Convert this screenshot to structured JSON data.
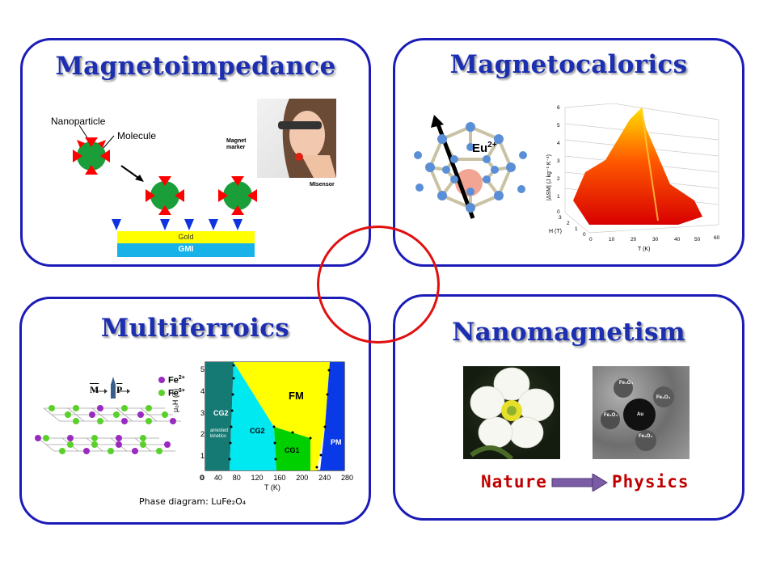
{
  "panels": {
    "top_left": {
      "title": "Magnetoimpedance",
      "labels": {
        "nanoparticle": "Nanoparticle",
        "molecule": "Molecule",
        "magnet_marker": "Magnet\nmarker",
        "misensor": "MIsensor",
        "gold": "Gold",
        "gmi": "GMI"
      }
    },
    "top_right": {
      "title": "Magnetocalorics",
      "ion_label": "Eu",
      "ion_charge": "2+",
      "plot": {
        "z_label": "|ΔSM| (J kg⁻¹ K⁻¹)",
        "z_ticks": [
          "0",
          "1",
          "2",
          "3",
          "4",
          "5",
          "6"
        ],
        "h_label": "H (T)",
        "h_ticks": [
          "0",
          "1",
          "2",
          "3"
        ],
        "t_label": "T (K)",
        "t_ticks": [
          "0",
          "10",
          "20",
          "30",
          "40",
          "50",
          "60"
        ]
      }
    },
    "bottom_left": {
      "title": "Multiferroics",
      "legend": {
        "m": "M",
        "p": "P",
        "fe2": "Fe",
        "fe2_sup": "2+",
        "fe3": "Fe",
        "fe3_sup": "3+"
      },
      "caption": "Phase diagram: LuFe₂O₄",
      "phase": {
        "ylabel": "μ₀H (T)",
        "xlabel": "T (K)",
        "x_ticks": [
          "0",
          "40",
          "80",
          "120",
          "160",
          "200",
          "240",
          "280"
        ],
        "y_ticks": [
          "0",
          "1",
          "2",
          "3",
          "4",
          "5"
        ],
        "regions": {
          "cg2_left": "CG2",
          "arrested": "arrested\nkinetics",
          "cg2_mid": "CG2",
          "cg1": "CG1",
          "fm": "FM",
          "pm": "PM"
        },
        "colors": {
          "cg2_left": "#167a74",
          "cg2_mid": "#00e8f0",
          "cg1": "#00d000",
          "fm": "#ffff00",
          "pm": "#0a3ae8"
        }
      }
    },
    "bottom_right": {
      "title": "Nanomagnetism",
      "tem_labels": [
        "Fe₃O₄",
        "Fe₃O₄",
        "Fe₃O₄",
        "Au",
        "Fe₃O₄"
      ],
      "nature": "Nature",
      "physics": "Physics"
    }
  },
  "colors": {
    "panel_border": "#1b1bb8",
    "title": "#1c2fb0",
    "ring": "#e01010",
    "words": "#c00000",
    "arrow": "#7b5ca6"
  }
}
